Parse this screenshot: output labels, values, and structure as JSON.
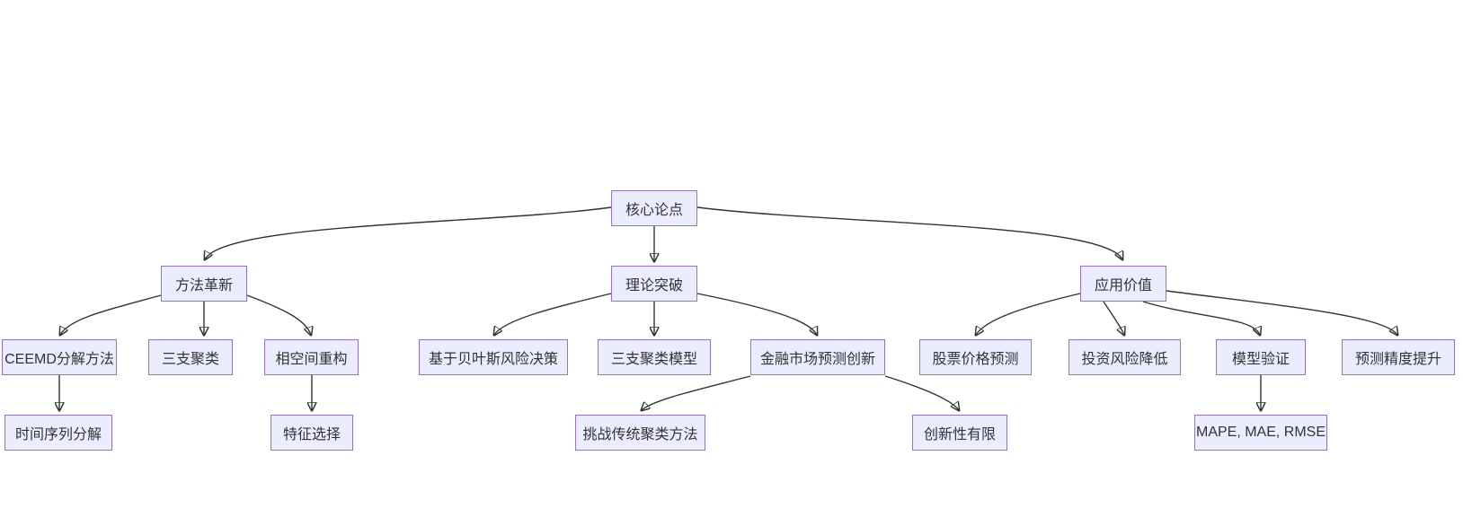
{
  "diagram": {
    "type": "flowchart-tree",
    "background_color": "#ffffff",
    "node_fill_color": "#ececff",
    "node_border_color": "#9370db",
    "edge_color": "#333333",
    "text_color": "#333333",
    "nodes": [
      {
        "id": "core-thesis",
        "label": "核心论点",
        "level": 0
      },
      {
        "id": "method-innovation",
        "label": "方法革新",
        "level": 1
      },
      {
        "id": "theory-breakthrough",
        "label": "理论突破",
        "level": 1
      },
      {
        "id": "application-value",
        "label": "应用价值",
        "level": 1
      },
      {
        "id": "ceemd-decomposition",
        "label": "CEEMD分解方法",
        "level": 2
      },
      {
        "id": "three-way-clustering",
        "label": "三支聚类",
        "level": 2
      },
      {
        "id": "phase-space-reconstruction",
        "label": "相空间重构",
        "level": 2
      },
      {
        "id": "bayes-risk-decision",
        "label": "基于贝叶斯风险决策",
        "level": 2
      },
      {
        "id": "three-way-clustering-model",
        "label": "三支聚类模型",
        "level": 2
      },
      {
        "id": "financial-forecast-innovation",
        "label": "金融市场预测创新",
        "level": 2
      },
      {
        "id": "stock-price-prediction",
        "label": "股票价格预测",
        "level": 2
      },
      {
        "id": "investment-risk-reduction",
        "label": "投资风险降低",
        "level": 2
      },
      {
        "id": "model-validation",
        "label": "模型验证",
        "level": 2
      },
      {
        "id": "prediction-accuracy-improvement",
        "label": "预测精度提升",
        "level": 2
      },
      {
        "id": "time-series-decomposition",
        "label": "时间序列分解",
        "level": 3
      },
      {
        "id": "feature-selection",
        "label": "特征选择",
        "level": 3
      },
      {
        "id": "challenge-traditional-clustering",
        "label": "挑战传统聚类方法",
        "level": 3
      },
      {
        "id": "limited-innovation",
        "label": "创新性有限",
        "level": 3
      },
      {
        "id": "validation-metrics",
        "label": "MAPE, MAE, RMSE",
        "level": 3
      }
    ],
    "edges": [
      {
        "from": "core-thesis",
        "to": "method-innovation"
      },
      {
        "from": "core-thesis",
        "to": "theory-breakthrough"
      },
      {
        "from": "core-thesis",
        "to": "application-value"
      },
      {
        "from": "method-innovation",
        "to": "ceemd-decomposition"
      },
      {
        "from": "method-innovation",
        "to": "three-way-clustering"
      },
      {
        "from": "method-innovation",
        "to": "phase-space-reconstruction"
      },
      {
        "from": "theory-breakthrough",
        "to": "bayes-risk-decision"
      },
      {
        "from": "theory-breakthrough",
        "to": "three-way-clustering-model"
      },
      {
        "from": "theory-breakthrough",
        "to": "financial-forecast-innovation"
      },
      {
        "from": "application-value",
        "to": "stock-price-prediction"
      },
      {
        "from": "application-value",
        "to": "investment-risk-reduction"
      },
      {
        "from": "application-value",
        "to": "model-validation"
      },
      {
        "from": "application-value",
        "to": "prediction-accuracy-improvement"
      },
      {
        "from": "ceemd-decomposition",
        "to": "time-series-decomposition"
      },
      {
        "from": "phase-space-reconstruction",
        "to": "feature-selection"
      },
      {
        "from": "financial-forecast-innovation",
        "to": "challenge-traditional-clustering"
      },
      {
        "from": "financial-forecast-innovation",
        "to": "limited-innovation"
      },
      {
        "from": "model-validation",
        "to": "validation-metrics"
      }
    ]
  }
}
